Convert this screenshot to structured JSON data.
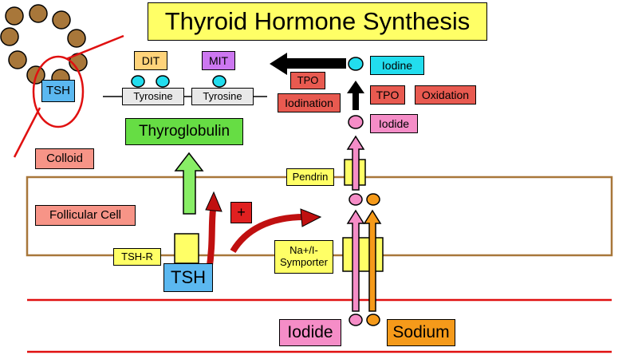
{
  "title": "Thyroid Hormone Synthesis",
  "labels": {
    "tsh_top": "TSH",
    "dit": "DIT",
    "mit": "MIT",
    "tyrosine_1": "Tyrosine",
    "tyrosine_2": "Tyrosine",
    "thyroglobulin": "Thyroglobulin",
    "colloid": "Colloid",
    "follicular_cell": "Follicular Cell",
    "tsh_r": "TSH-R",
    "tsh": "TSH",
    "plus": "+",
    "iodine": "Iodine",
    "tpo_1": "TPO",
    "iodination": "Iodination",
    "tpo_2": "TPO",
    "oxidation": "Oxidation",
    "iodide_top": "Iodide",
    "pendrin": "Pendrin",
    "symporter": "Na+/I- Symporter",
    "iodide_bottom": "Iodide",
    "sodium": "Sodium"
  },
  "colors": {
    "title_bg": "#ffff66",
    "tsh": "#5bb8f0",
    "dit": "#ffd37a",
    "mit": "#cc77f0",
    "tyrosine": "#e8e8e8",
    "thyroglobulin": "#66dd44",
    "colloid_label": "#f79487",
    "transporter": "#ffff66",
    "tpo": "#e85a50",
    "iodine": "#22ddee",
    "iodide": "#f58dc7",
    "sodium": "#f59a1a",
    "cell_border": "#a8773a",
    "membrane_lines": "#e01010",
    "follicle_cells": "#a8773a"
  },
  "icons": [
    "follicle-cell-ring",
    "plus-sign",
    "up-arrow",
    "left-arrow",
    "curved-arrow"
  ]
}
